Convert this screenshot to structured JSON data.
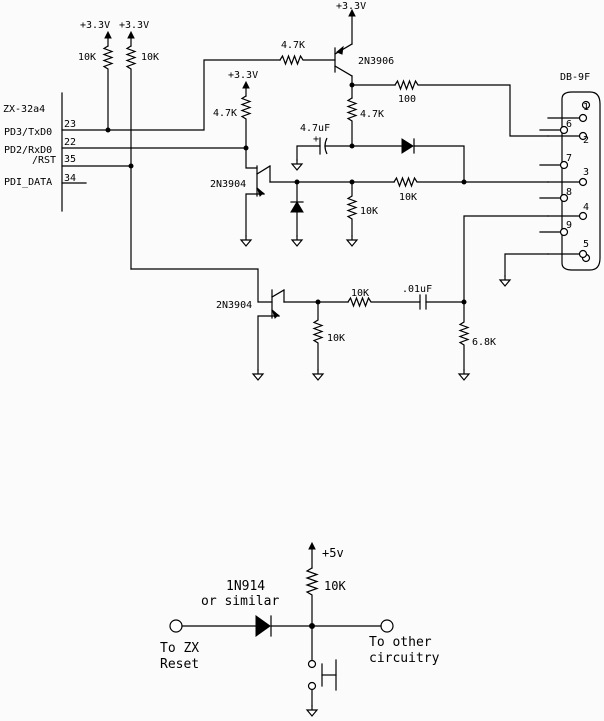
{
  "schematic_main": {
    "supplies": {
      "left_1": "+3.3V",
      "left_2": "+3.3V",
      "top": "+3.3V",
      "mid": "+3.3V"
    },
    "resistors": {
      "pullup_1": "10K",
      "pullup_2": "10K",
      "pnp_base": "4.7K",
      "pnp_collector": "4.7K",
      "series_100": "100",
      "npn1_base": "4.7K",
      "pulldown_1": "10K",
      "series_10k_1": "10K",
      "series_10k_2": "10K",
      "pulldown_2": "10K",
      "load_6k8": "6.8K"
    },
    "capacitors": {
      "electrolytic": "4.7uF",
      "ceramic": ".01uF"
    },
    "transistors": {
      "pnp": "2N3906",
      "npn_1": "2N3904",
      "npn_2": "2N3904"
    },
    "module": {
      "name": "ZX-32a4",
      "pins": [
        {
          "label": "PD3/TxD0",
          "num": "23"
        },
        {
          "label": "PD2/RxD0",
          "num": "22"
        },
        {
          "label": "/RST",
          "num": "35"
        },
        {
          "label": "PDI_DATA",
          "num": "34"
        }
      ]
    },
    "connector": {
      "name": "DB-9F",
      "pins": [
        "1",
        "2",
        "3",
        "4",
        "5",
        "6",
        "7",
        "8",
        "9"
      ]
    }
  },
  "schematic_reset": {
    "supply": "+5v",
    "resistor": "10K",
    "diode": [
      "1N914",
      "or similar"
    ],
    "left_label": [
      "To ZX",
      "Reset"
    ],
    "right_label": [
      "To other",
      "circuitry"
    ]
  }
}
